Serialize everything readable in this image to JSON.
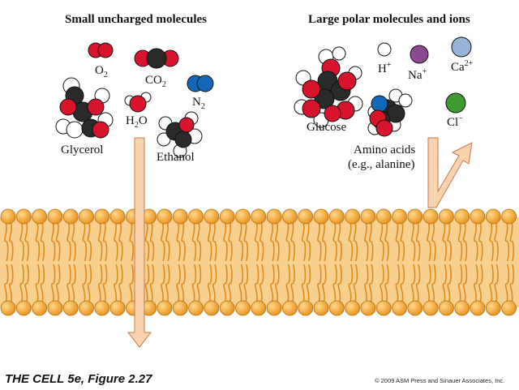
{
  "groups": {
    "small": "Small uncharged molecules",
    "large": "Large polar molecules and ions"
  },
  "molecules": {
    "o2": {
      "base": "O",
      "sub": "2"
    },
    "co2": {
      "base": "CO",
      "sub": "2"
    },
    "n2": {
      "base": "N",
      "sub": "2"
    },
    "h2o": {
      "pre": "H",
      "sub": "2",
      "post": "O"
    },
    "glycerol": "Glycerol",
    "ethanol": "Ethanol",
    "glucose": "Glucose",
    "amino_acids": "Amino acids",
    "amino_example": "(e.g., alanine)",
    "h_ion": {
      "base": "H",
      "sup": "+"
    },
    "na_ion": {
      "base": "Na",
      "sup": "+"
    },
    "ca_ion": {
      "base": "Ca",
      "sup": "2+"
    },
    "cl_ion": {
      "base": "Cl",
      "sup": "−"
    }
  },
  "colors": {
    "oxygen": "#d7142c",
    "carbon": "#2a2a2a",
    "hydrogen": "#ffffff",
    "nitrogen": "#1466b8",
    "sodium": "#8a4a8f",
    "calcium": "#98b4d8",
    "chloride": "#3d9a2e",
    "lipid_head": "#f0a028",
    "lipid_tail": "#e08a1c",
    "membrane_fill": "#f5c27a",
    "arrow": "#f7c9a0"
  },
  "caption": "THE CELL 5e, Figure 2.27",
  "credit": "© 2009 ASM Press and Sinauer Associates, Inc."
}
